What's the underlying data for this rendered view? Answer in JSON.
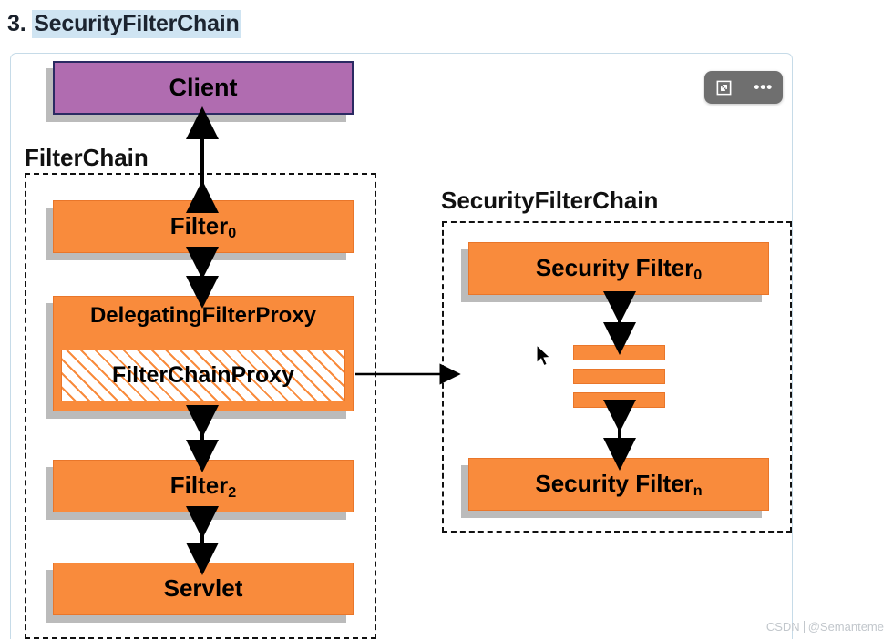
{
  "heading": {
    "number": "3.",
    "highlighted": "SecurityFilterChain"
  },
  "toolbar": {
    "expand_icon": "expand-icon",
    "more_label": "•••"
  },
  "diagram": {
    "client": {
      "label": "Client",
      "color": "#b06cb0"
    },
    "filter_chain": {
      "group_label": "FilterChain",
      "nodes": [
        {
          "label": "Filter",
          "sub": "0"
        },
        {
          "label": "DelegatingFilterProxy",
          "sub": ""
        },
        {
          "label": "FilterChainProxy",
          "sub": ""
        },
        {
          "label": "Filter",
          "sub": "2"
        },
        {
          "label": "Servlet",
          "sub": ""
        }
      ]
    },
    "security_filter_chain": {
      "group_label": "SecurityFilterChain",
      "nodes": [
        {
          "label": "Security Filter",
          "sub": "0"
        },
        {
          "label": "Security Filter",
          "sub": "n"
        }
      ],
      "ellipsis_bars": 3
    },
    "accent_orange": "#f98b3c",
    "accent_orange_border": "#e9762a"
  },
  "watermark": {
    "brand": "CSDN",
    "author": "@Semanteme"
  }
}
